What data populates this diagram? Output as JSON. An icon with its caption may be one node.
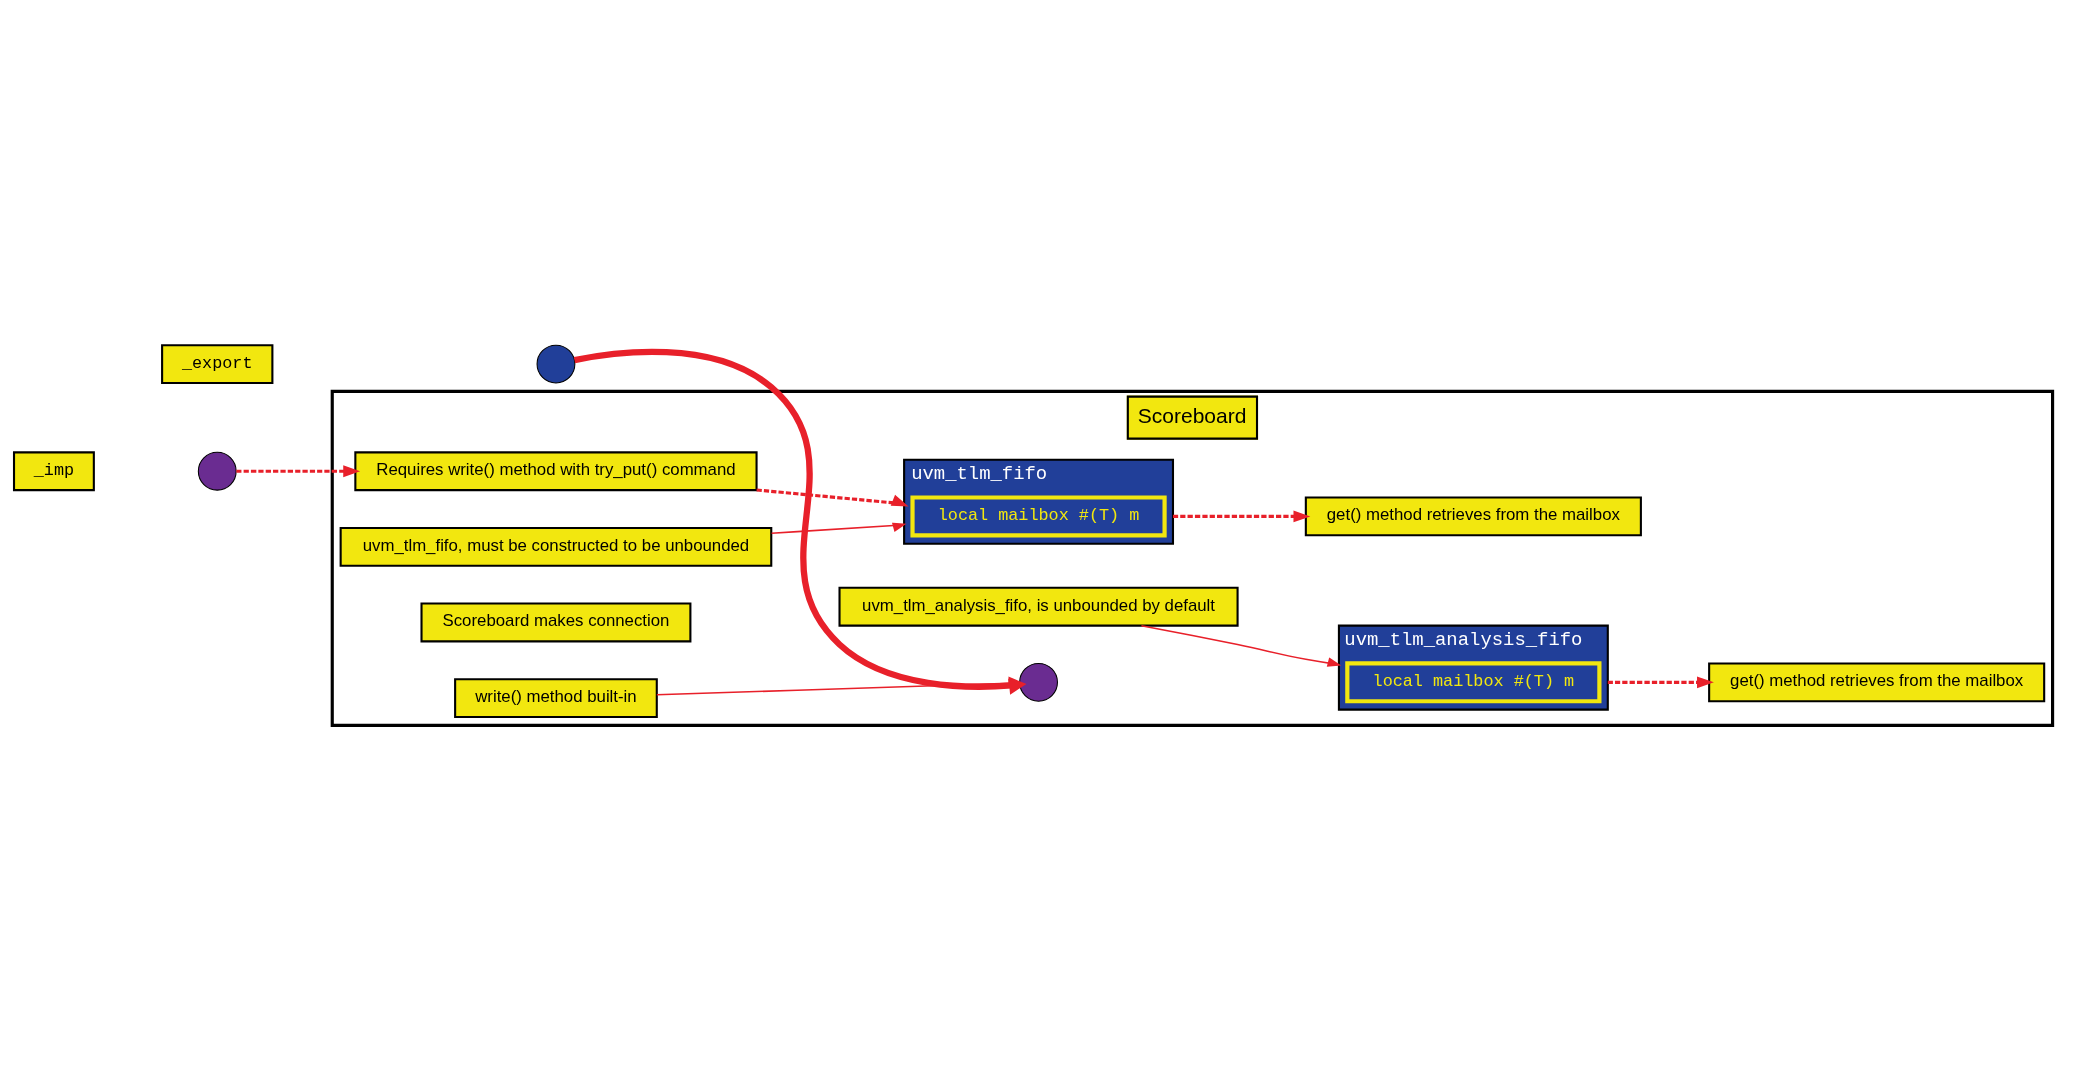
{
  "diagram": {
    "nodes": [
      {
        "text": [
          "Scoreboard"
        ]
      },
      {
        "text": [
          "Requires write() method with try_put() command"
        ],
        "in": 0
      },
      {
        "text": [
          "uvm_tlm_fifo, must be constructed to be unbounded"
        ],
        "in": 0
      },
      {
        "text": [],
        "shape": "circle"
      },
      {
        "text": [
          "uvm_tlm_fifo"
        ],
        "in": 0
      },
      {
        "text": [
          "local mailbox #(T) m"
        ],
        "in": 4
      },
      {
        "text": [
          "get() method retrieves from the mailbox"
        ],
        "in": 0
      },
      {
        "text": [
          "_imp"
        ]
      },
      {
        "text": [
          "uvm_tlm_analysis_fifo, is unbounded by default"
        ],
        "in": 0
      },
      {
        "text": [
          "_export"
        ]
      },
      {
        "text": [],
        "shape": "circle"
      },
      {
        "text": [],
        "shape": "circle",
        "in": 0
      },
      {
        "text": [
          "uvm_tlm_analysis_fifo"
        ],
        "in": 0
      },
      {
        "text": [
          "local mailbox #(T) m"
        ],
        "in": 12
      },
      {
        "text": [
          "get() method retrieves from the mailbox"
        ],
        "in": 0
      },
      {
        "text": [
          "Scoreboard makes connection"
        ],
        "in": 0
      },
      {
        "text": [
          "write() method built-in"
        ],
        "in": 0
      }
    ],
    "edges": [
      {
        "from": 3,
        "to": 1,
        "arrow": "to",
        "style": "dashed"
      },
      {
        "from": 1,
        "to": 4,
        "arrow": "to",
        "style": "dashed"
      },
      {
        "from": 2,
        "to": 4,
        "arrow": "to"
      },
      {
        "from": 4,
        "to": 6,
        "arrow": "to",
        "style": "dashed"
      },
      {
        "from": 8,
        "to": 12,
        "arrow": "to"
      },
      {
        "from": 10,
        "to": 11,
        "arrow": "to",
        "style": "thick"
      },
      {
        "from": 16,
        "to": 11,
        "arrow": "to"
      },
      {
        "from": 12,
        "to": 14,
        "arrow": "to",
        "style": "dashed"
      }
    ]
  }
}
